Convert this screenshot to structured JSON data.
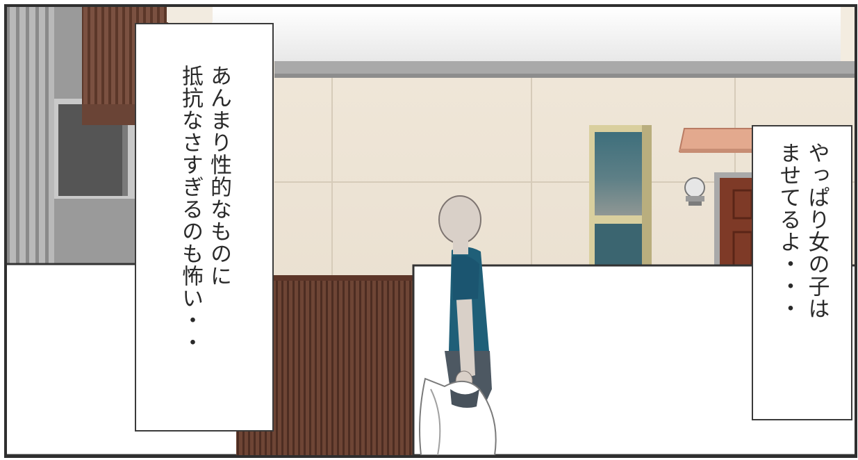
{
  "panel": {
    "left_caption": {
      "lines": [
        "あんまり性的なものに",
        "抵抗なさすぎるのも怖い・・"
      ]
    },
    "right_caption": {
      "lines": [
        "やっぱり女の子は",
        "ませてるよ・・・"
      ]
    }
  },
  "colors": {
    "wall": "#ece3d4",
    "shutter": "#6b4232",
    "door_frame": "#d9cf9e",
    "door_glass": "#355c66",
    "awning": "#e3a98e",
    "shirt": "#1f5f78",
    "skin": "#d9d0c8",
    "border": "#3a3a3a"
  }
}
